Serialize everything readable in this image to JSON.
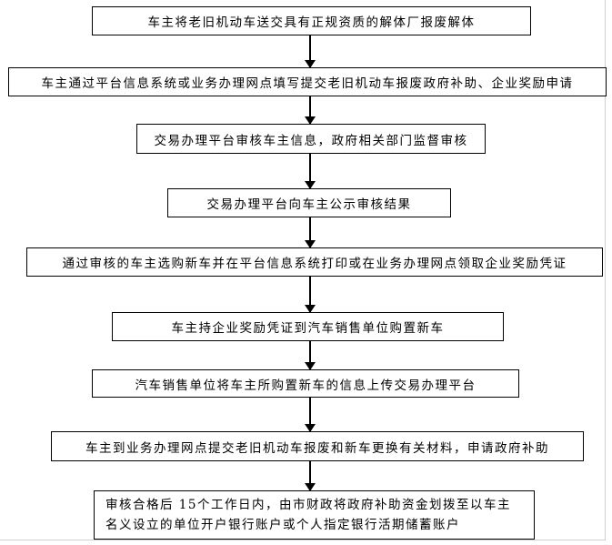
{
  "flowchart": {
    "steps": [
      "车主将老旧机动车送交具有正规资质的解体厂报废解体",
      "车主通过平台信息系统或业务办理网点填写提交老旧机动车报废政府补助、企业奖励申请",
      "交易办理平台审核车主信息，政府相关部门监督审核",
      "交易办理平台向车主公示审核结果",
      "通过审核的车主选购新车并在平台信息系统打印或在业务办理网点领取企业奖励凭证",
      "车主持企业奖励凭证到汽车销售单位购置新车",
      "汽车销售单位将车主所购置新车的信息上传交易办理平台",
      "车主到业务办理网点提交老旧机动车报废和新车更换有关材料，申请政府补助",
      "审核合格后 15个工作日内，由市财政将政府补助资金划拨至以车主名义设立的单位开户银行账户或个人指定银行活期储蓄账户"
    ]
  }
}
